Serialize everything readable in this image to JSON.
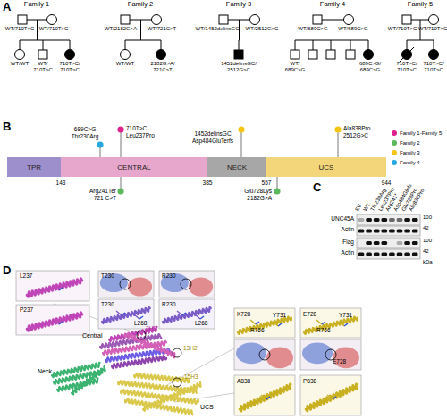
{
  "diagram": {
    "nodes": [
      {
        "text": [
          "TPR"
        ]
      },
      {
        "text": [
          "CENTRAL"
        ]
      },
      {
        "text": [
          "NECK"
        ]
      },
      {
        "text": [
          "UCS"
        ]
      }
    ],
    "labels": [
      "A",
      "Family 1",
      "Family 2",
      "Family 3",
      "Family 4",
      "Family 5",
      "WT/710T>C",
      "WT/710T>C",
      "WT/WT",
      "WT/ 710T>C",
      "710T>C/ 710T>C",
      "WT/2182G>A",
      "WT/721C>T",
      "WT/WT",
      "2182G>A/ 721C>T",
      "WT/1452delinsGC",
      "WT/2512G>C",
      "1452delinsGC/ 2512G>C",
      "WT/689C>G",
      "WT/689C>G",
      "WT/ 689C>G",
      "689C>G/ 689C>G",
      "WT/710T>C",
      "WT/710T>C",
      "710T>C/ 710T>C",
      "710T>C/ 710T>C",
      "B",
      "689C>G",
      "Thr230Arg",
      "710T>C",
      "Leu237Pro",
      "1452delinsGC",
      "Asp484GluTerfs",
      "Ala838Pro",
      "2512G>C",
      "143",
      "385",
      "557",
      "944",
      "Arg241Ter",
      "721 C>T",
      "Glu728Lys",
      "2182G>A",
      "C",
      "EV",
      "WT",
      "Thr230Arg",
      "Leu237Pro",
      "Arg241*",
      "Asp484Glufs",
      "Glu728Pro",
      "Ala838Pro",
      "UNC45A",
      "Actin",
      "Flag",
      "Actin",
      "100",
      "42",
      "100",
      "42",
      "kDa",
      "D",
      "L237",
      "P237",
      "T230",
      "R230",
      "T230",
      "L268",
      "R230",
      "L268",
      "3H3",
      "Central",
      "13H2",
      "Neck",
      "15H3",
      "UCS",
      "K728",
      "Y731",
      "R766",
      "E728",
      "Y731",
      "R766",
      "E728",
      "A838",
      "P838"
    ],
    "legend": [
      {
        "text": "Family 1-Family 5",
        "color": "#e0208c"
      },
      {
        "text": "Family 2",
        "color": "#5cb85c"
      },
      {
        "text": "Family 3",
        "color": "#f5c518"
      },
      {
        "text": "Family 4",
        "color": "#29a8e0"
      }
    ]
  }
}
